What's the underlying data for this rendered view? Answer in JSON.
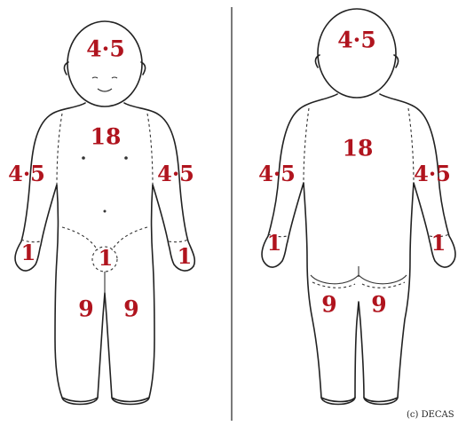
{
  "diagram": {
    "front": {
      "head": "4·5",
      "trunk": "18",
      "right_arm": "4·5",
      "left_arm": "4·5",
      "right_hand": "1",
      "left_hand": "1",
      "genitals": "1",
      "right_leg": "9",
      "left_leg": "9"
    },
    "back": {
      "head": "4·5",
      "trunk": "18",
      "right_arm": "4·5",
      "left_arm": "4·5",
      "right_hand": "1",
      "left_hand": "1",
      "right_leg": "9",
      "left_leg": "9"
    },
    "credit": "(c) DECAS",
    "label_color": "#b0141e"
  }
}
